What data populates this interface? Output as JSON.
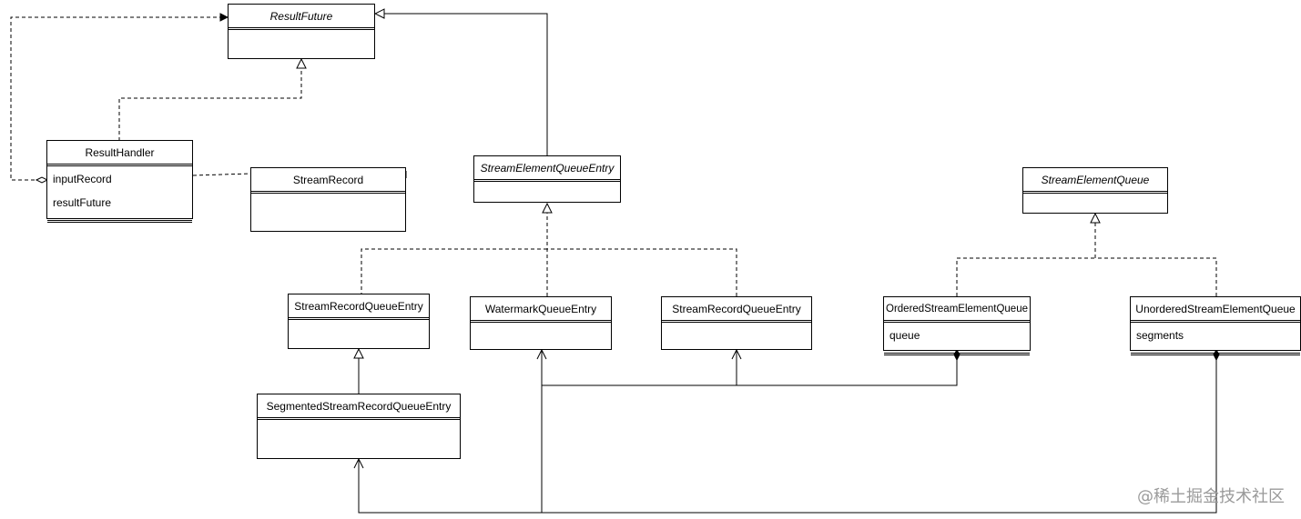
{
  "classes": {
    "result_future": {
      "name": "ResultFuture"
    },
    "result_handler": {
      "name": "ResultHandler",
      "attributes": [
        "inputRecord",
        "resultFuture"
      ]
    },
    "stream_record": {
      "name": "StreamRecord"
    },
    "stream_element_queue_entry": {
      "name": "StreamElementQueueEntry"
    },
    "stream_element_queue": {
      "name": "StreamElementQueue"
    },
    "stream_record_queue_entry_1": {
      "name": "StreamRecordQueueEntry"
    },
    "watermark_queue_entry": {
      "name": "WatermarkQueueEntry"
    },
    "stream_record_queue_entry_2": {
      "name": "StreamRecordQueueEntry"
    },
    "ordered_stream_element_queue": {
      "name": "OrderedStreamElementQueue",
      "attributes": [
        "queue"
      ]
    },
    "unordered_stream_element_queue": {
      "name": "UnorderedStreamElementQueue",
      "attributes": [
        "segments"
      ]
    },
    "segmented_stream_record_queue_entry": {
      "name": "SegmentedStreamRecordQueueEntry"
    }
  },
  "watermark": "@稀土掘金技术社区"
}
